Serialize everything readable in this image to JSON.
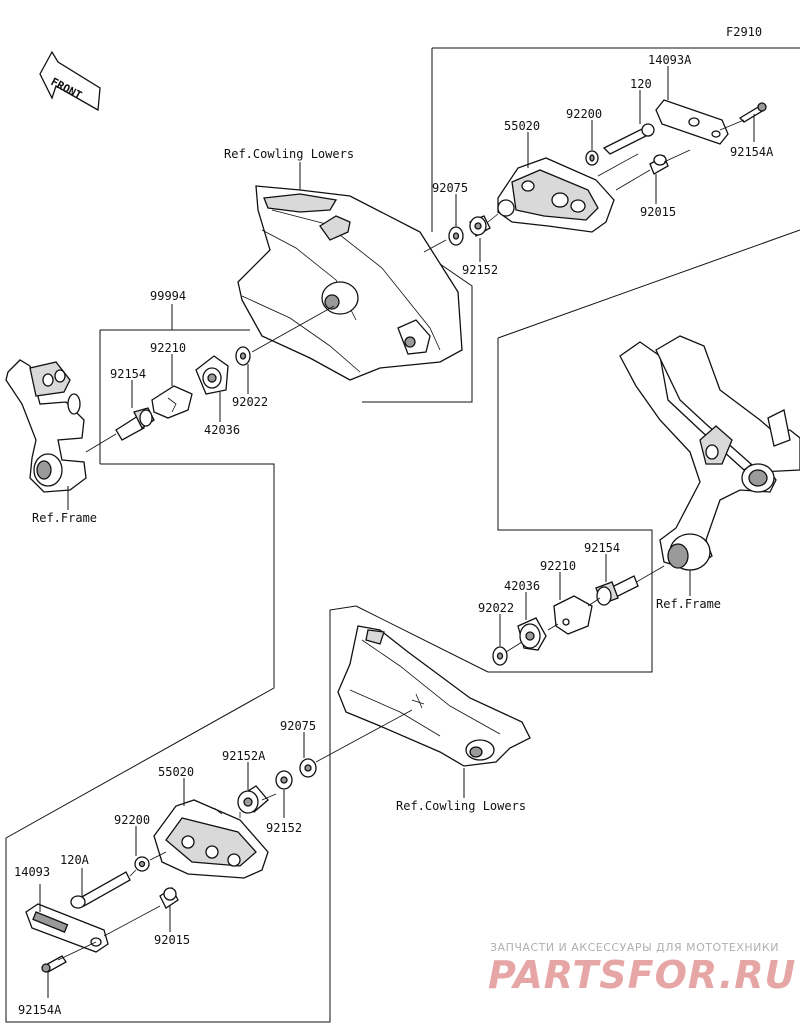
{
  "figure_code": "F2910",
  "front_label": "FRONT",
  "labels": {
    "ref_cowling_upper": "Ref.Cowling Lowers",
    "ref_cowling_lower": "Ref.Cowling Lowers",
    "ref_frame_left": "Ref.Frame",
    "ref_frame_right": "Ref.Frame",
    "p14093A": "14093A",
    "p120": "120",
    "p92200_top": "92200",
    "p55020_top": "55020",
    "p92154A_top": "92154A",
    "p92075_top": "92075",
    "p92015_top": "92015",
    "p92152_top": "92152",
    "p99994": "99994",
    "p92210_left": "92210",
    "p92154_left": "92154",
    "p92022_left": "92022",
    "p42036_left": "42036",
    "p92154_right": "92154",
    "p92210_right": "92210",
    "p42036_right": "42036",
    "p92022_right": "92022",
    "p92075_bottom": "92075",
    "p92152A": "92152A",
    "p55020_bottom": "55020",
    "p92152_bottom": "92152",
    "p92200_bottom": "92200",
    "p120A": "120A",
    "p14093": "14093",
    "p92015_bottom": "92015",
    "p92154A_bottom": "92154A"
  },
  "watermark": {
    "tagline": "ЗАПЧАСТИ И АКСЕССУАРЫ ДЛЯ МОТОТЕХНИКИ",
    "brand": "PARTSFOR.RU"
  }
}
